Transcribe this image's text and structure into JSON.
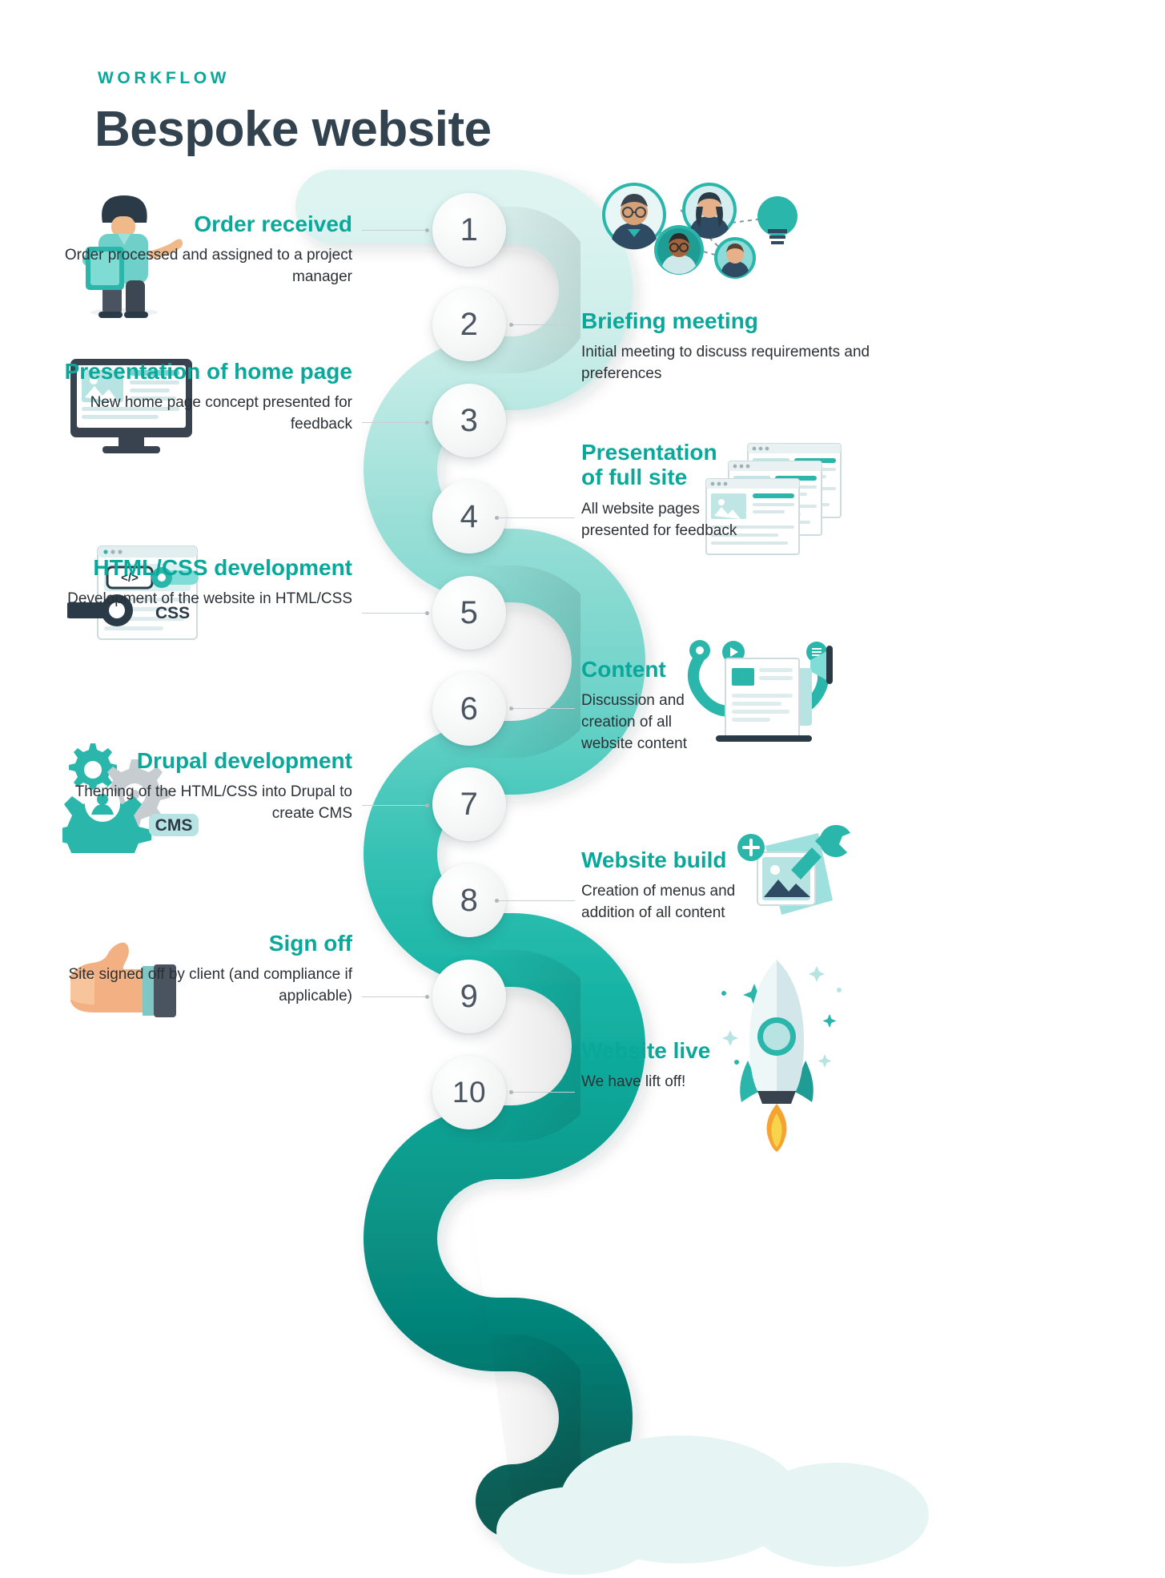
{
  "header": {
    "kicker": "WORKFLOW",
    "title": "Bespoke website"
  },
  "colors": {
    "accent": "#0aa89a",
    "title": "#33424f",
    "body": "#2b3136",
    "ribbon_start": "#d9f2ef",
    "ribbon_end": "#0b6158",
    "node_text": "#4a5560",
    "connector": "#c9cfd2"
  },
  "steps": [
    {
      "number": "1",
      "side": "left",
      "title": "Order received",
      "body": "Order processed and assigned to a project manager",
      "icon": "presenter-person-icon"
    },
    {
      "number": "2",
      "side": "right",
      "title": "Briefing meeting",
      "body": "Initial meeting to discuss requirements and preferences",
      "icon": "team-avatars-icon"
    },
    {
      "number": "3",
      "side": "left",
      "title": "Presentation of home page",
      "body": "New home page concept presented for feedback",
      "icon": "desktop-monitor-icon"
    },
    {
      "number": "4",
      "side": "right",
      "title": "Presentation of full site",
      "body": "All website pages presented for feedback",
      "icon": "stacked-pages-icon"
    },
    {
      "number": "5",
      "side": "left",
      "title": "HTML/CSS development",
      "body": "Development of the website in HTML/CSS",
      "icon": "code-wrench-icon"
    },
    {
      "number": "6",
      "side": "right",
      "title": "Content",
      "body": "Discussion and creation of all website content",
      "icon": "content-laptop-icon"
    },
    {
      "number": "7",
      "side": "left",
      "title": "Drupal development",
      "body": "Theming of the HTML/CSS into Drupal to create CMS",
      "icon": "gears-cms-icon"
    },
    {
      "number": "8",
      "side": "right",
      "title": "Website build",
      "body": "Creation of menus and addition of all content",
      "icon": "image-add-wrench-icon"
    },
    {
      "number": "9",
      "side": "left",
      "title": "Sign off",
      "body": "Site signed off by client (and compliance if applicable)",
      "icon": "thumbs-up-icon"
    },
    {
      "number": "10",
      "side": "right",
      "title": "Website live",
      "body": "We have lift off!",
      "icon": "rocket-icon"
    }
  ],
  "illustration_labels": {
    "css_label": "CSS",
    "cms_label": "CMS",
    "code_glyph": "</>"
  }
}
